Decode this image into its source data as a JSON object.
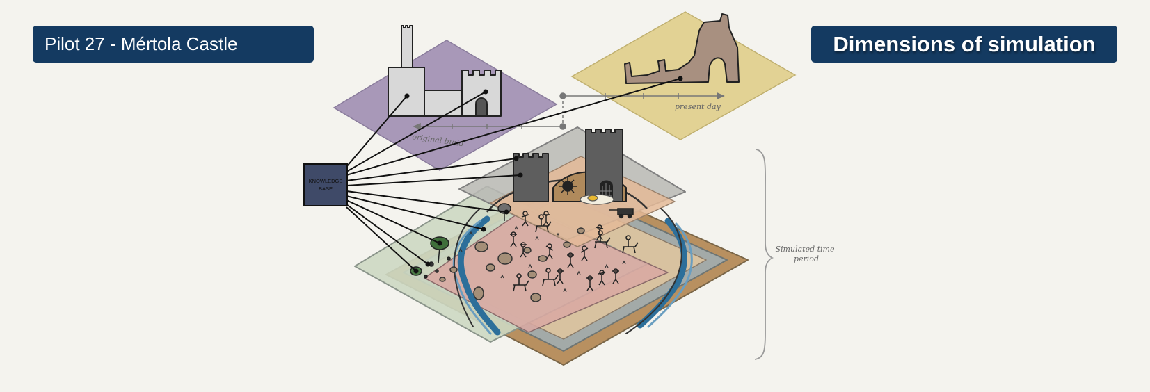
{
  "header": {
    "pilot_title": "Pilot 27 - Mértola Castle",
    "section_title": "Dimensions of simulation"
  },
  "diagram": {
    "knowledge_base_line1": "KNOWLEDGE",
    "knowledge_base_line2": "BASE",
    "original_build_label": "original build",
    "present_day_label": "present day",
    "simulated_period_line1": "Simulated time",
    "simulated_period_line2": "period"
  },
  "colors": {
    "title_background": "#143a61",
    "original_build_layer": "#a898b8",
    "present_day_layer": "#e2d294",
    "knowledge_base_box": "#3f4a68"
  }
}
